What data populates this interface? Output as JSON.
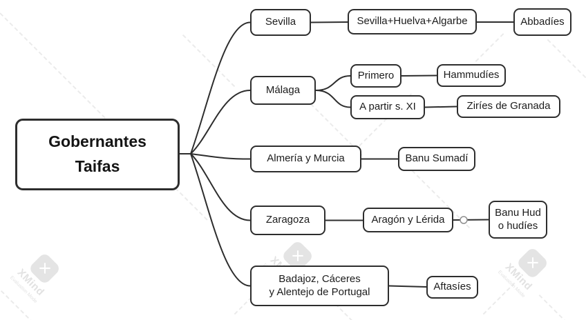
{
  "watermark": {
    "brand": "XMind",
    "mode": "Evaluation Mode"
  },
  "colors": {
    "node_border": "#2d2d2d",
    "node_text": "#1b1b1b",
    "connector": "#2d2d2d",
    "watermark": "#e4e4e4",
    "background": "#ffffff"
  },
  "map": {
    "root_label": "Gobernantes\nTaifas",
    "branches": [
      {
        "label": "Sevilla",
        "children": [
          {
            "label": "Sevilla+Huelva+Algarbe",
            "children": [
              {
                "label": "Abbadíes"
              }
            ]
          }
        ]
      },
      {
        "label": "Málaga",
        "children": [
          {
            "label": "Primero",
            "children": [
              {
                "label": "Hammudíes"
              }
            ]
          },
          {
            "label": "A partir s. XI",
            "children": [
              {
                "label": "Ziríes de Granada"
              }
            ]
          }
        ]
      },
      {
        "label": "Almería y Murcia",
        "children": [
          {
            "label": "Banu Sumadí"
          }
        ]
      },
      {
        "label": "Zaragoza",
        "children": [
          {
            "label": "Aragón y Lérida",
            "children": [
              {
                "label": "Banu Hud\no hudíes"
              }
            ]
          }
        ]
      },
      {
        "label": "Badajoz, Cáceres\ny Alentejo de Portugal",
        "children": [
          {
            "label": "Aftasíes"
          }
        ]
      }
    ]
  }
}
